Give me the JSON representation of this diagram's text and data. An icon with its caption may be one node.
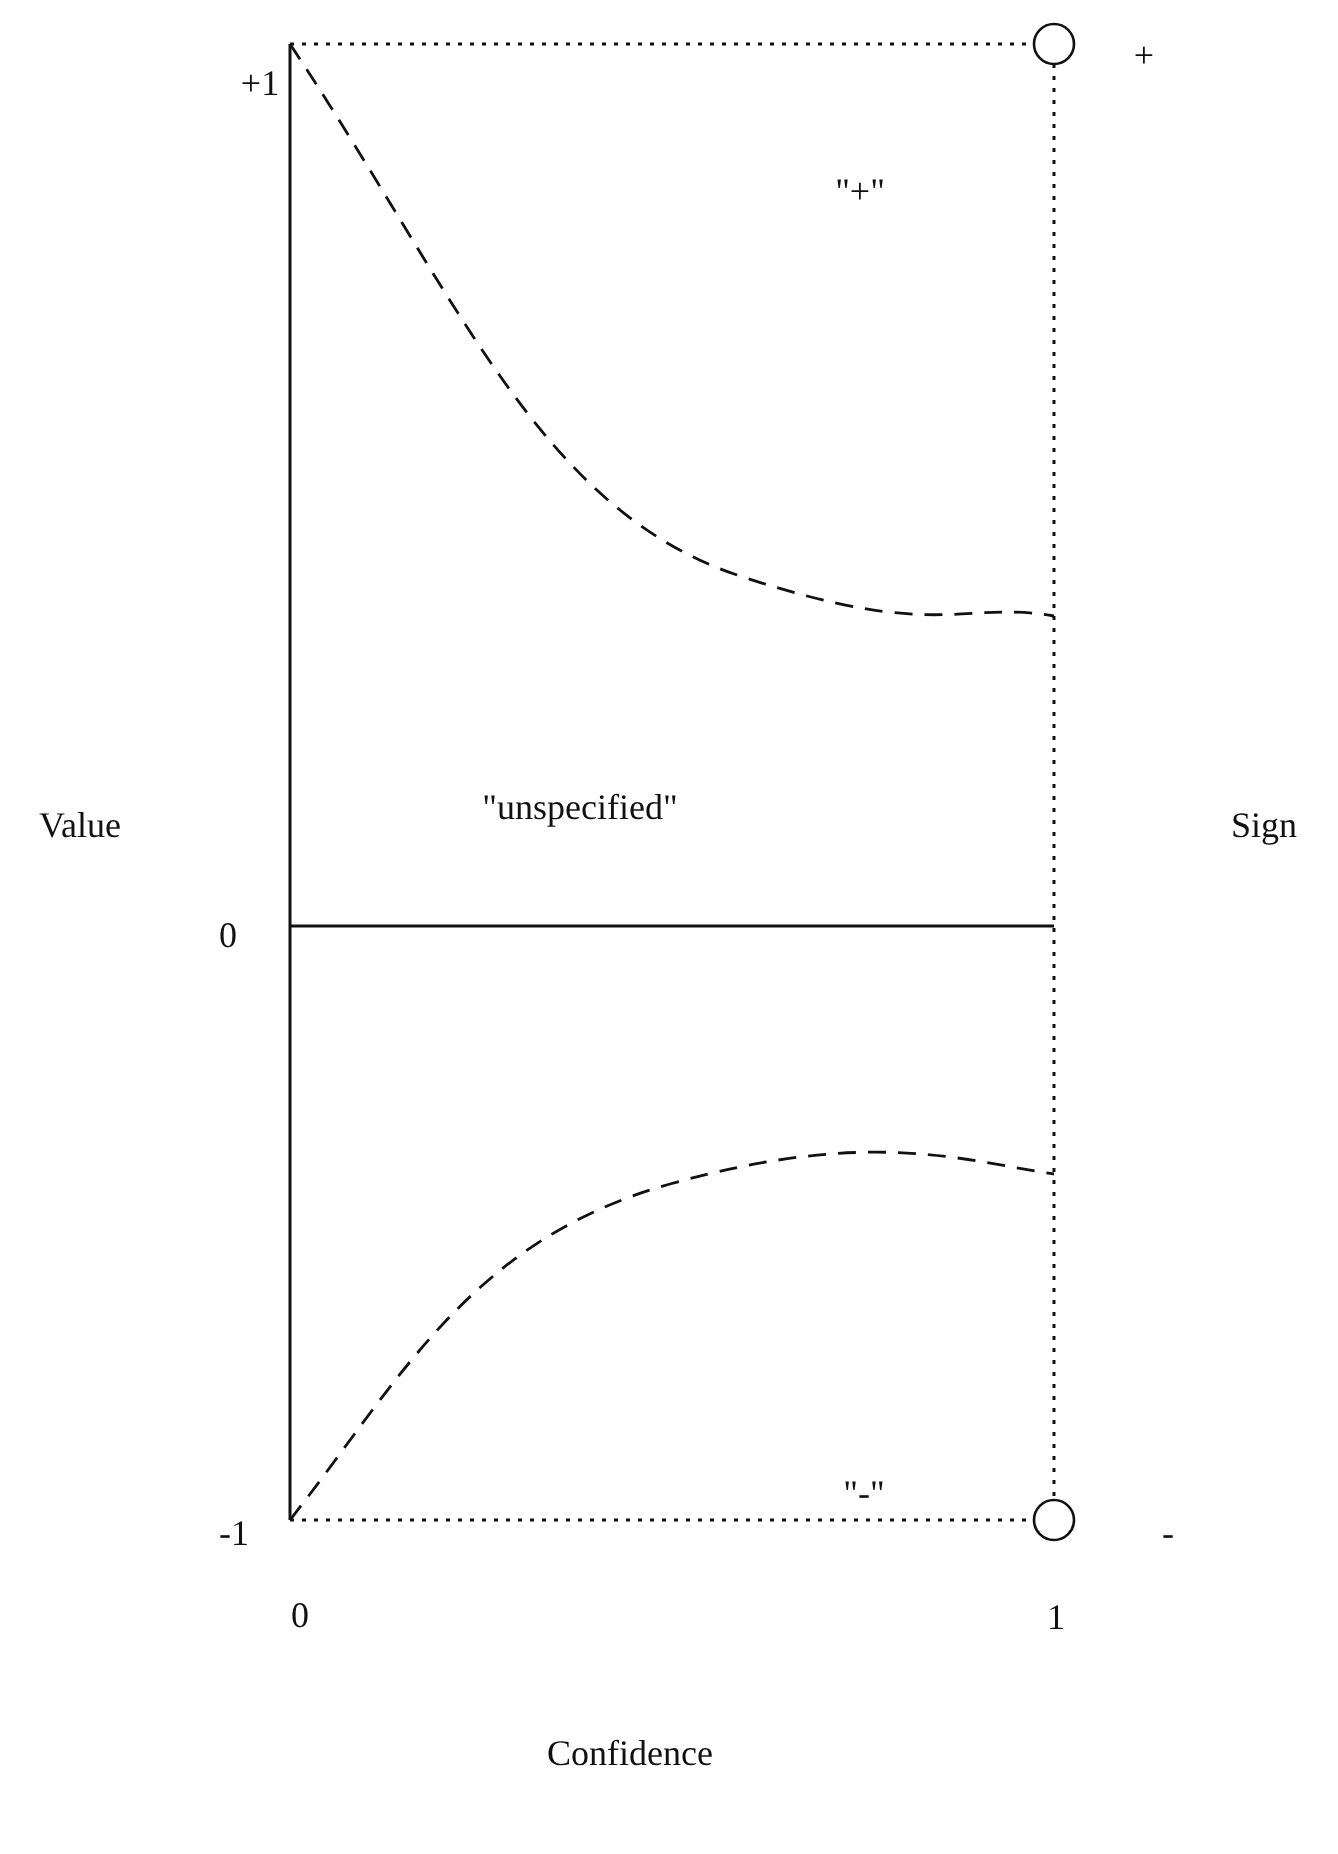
{
  "diagram": {
    "labels": [
      "+1",
      "+",
      "\"+\"",
      "Value",
      "Sign",
      "\"unspecified\"",
      "0",
      "\"-\"",
      "-1",
      "-",
      "0",
      "1",
      "Confidence"
    ]
  }
}
